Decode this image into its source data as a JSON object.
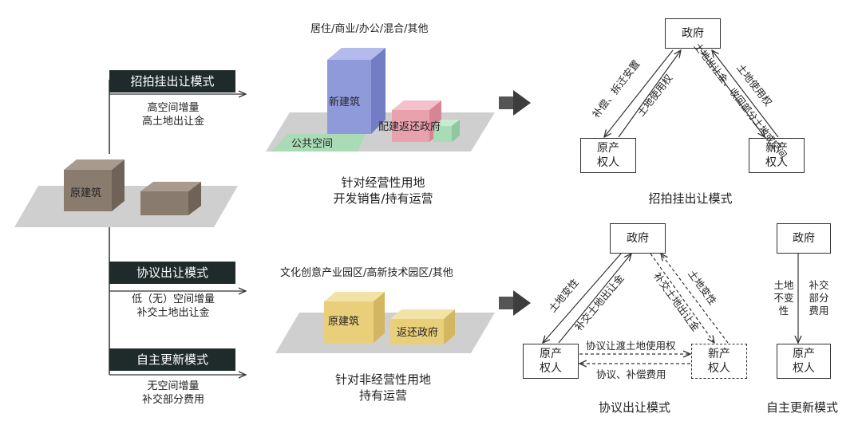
{
  "left": {
    "mode1_label": "招拍挂出让模式",
    "mode1_desc1": "高空间增量",
    "mode1_desc2": "高土地出让金",
    "mode2_label": "协议出让模式",
    "mode2_desc1": "低（无）空间增量",
    "mode2_desc2": "补交土地出让金",
    "mode3_label": "自主更新模式",
    "mode3_desc1": "无空间增量",
    "mode3_desc2": "补交部分费用",
    "orig_building": "原建筑"
  },
  "top_scene": {
    "types": "居住/商业/办公/混合/其他",
    "new_building": "新建筑",
    "public_space": "公共空间",
    "return_gov": "配建返还政府",
    "caption1": "针对经营性用地",
    "caption2": "开发销售/持有运营"
  },
  "bottom_scene": {
    "types": "文化创意产业园区/高新技术园区/其他",
    "orig_building": "原建筑",
    "return_gov": "返还政府",
    "caption1": "针对非经营性用地",
    "caption2": "持有运营"
  },
  "top_tri": {
    "gov": "政府",
    "orig_owner_1": "原产",
    "orig_owner_2": "权人",
    "new_owner_1": "新产",
    "new_owner_2": "权人",
    "left_outer": "补偿、拆迁安置",
    "left_inner": "土地使用权",
    "right_inner": "土地出让金、收回部分土地或空间",
    "right_outer": "土地使用权",
    "caption": "招拍挂出让模式"
  },
  "bottom_tri": {
    "gov": "政府",
    "orig_owner_1": "原产",
    "orig_owner_2": "权人",
    "new_owner_1": "新产",
    "new_owner_2": "权人",
    "left_outer": "土地变性",
    "left_inner": "补交土地出让金",
    "right_inner": "补交土地出让金",
    "right_outer": "土地变性",
    "transfer": "协议让渡土地使用权",
    "compensation": "协议、补偿费用",
    "caption": "协议出让模式"
  },
  "self_update": {
    "gov": "政府",
    "owner_1": "原产",
    "owner_2": "权人",
    "left": "土地不变性",
    "right": "补交部分费用",
    "caption": "自主更新模式"
  }
}
